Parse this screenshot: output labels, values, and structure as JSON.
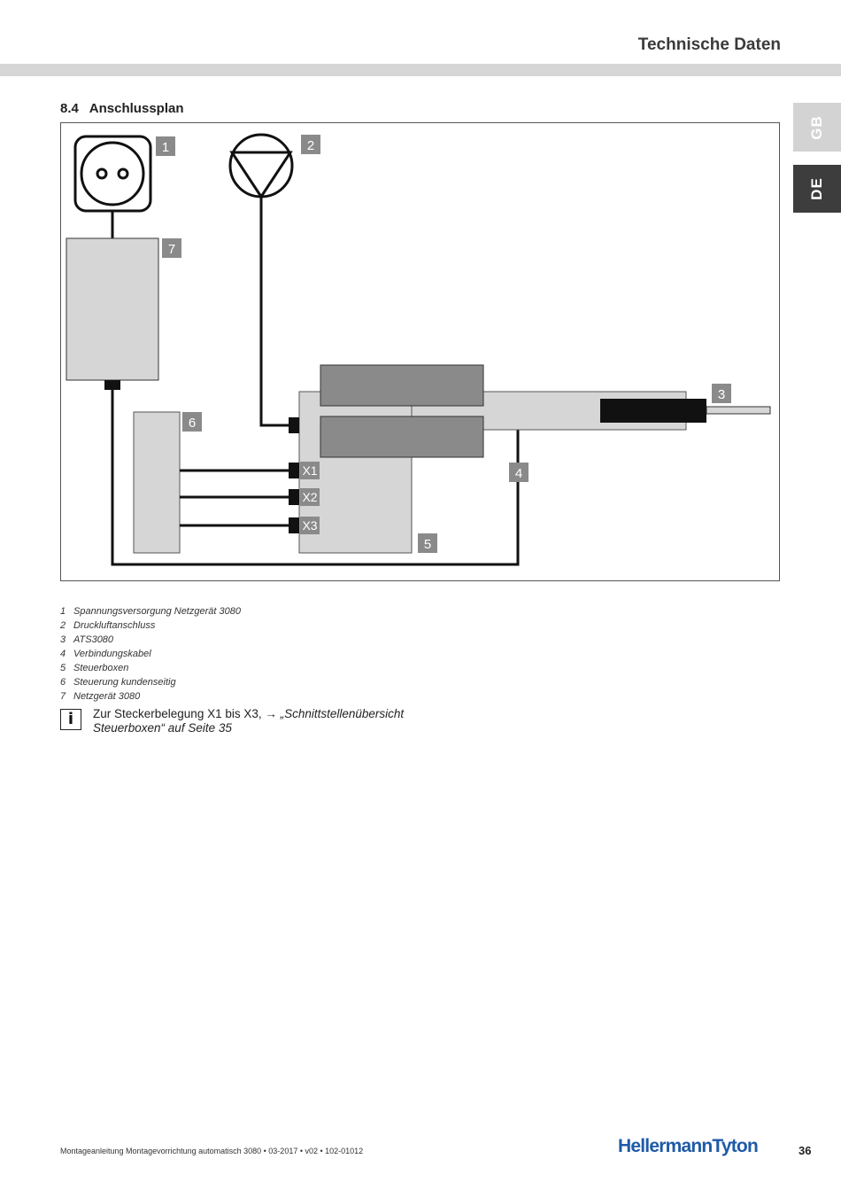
{
  "header": {
    "title": "Technische Daten"
  },
  "lang_tabs": {
    "gb": "GB",
    "de": "DE"
  },
  "section": {
    "title": "8.4   Anschlussplan"
  },
  "diagram": {
    "labels": [
      "1",
      "2",
      "3",
      "4",
      "5",
      "6",
      "7"
    ],
    "ports": [
      "X1",
      "X2",
      "X3"
    ]
  },
  "legend": [
    {
      "num": "1",
      "text": "Spannungsversorgung Netzgerät 3080"
    },
    {
      "num": "2",
      "text": "Druckluftanschluss"
    },
    {
      "num": "3",
      "text": "ATS3080"
    },
    {
      "num": "4",
      "text": "Verbindungskabel"
    },
    {
      "num": "5",
      "text": "Steuerboxen"
    },
    {
      "num": "6",
      "text": "Steuerung kundenseitig"
    },
    {
      "num": "7",
      "text": "Netzgerät 3080"
    }
  ],
  "note": {
    "icon": "info-icon",
    "text": "Zur Steckerbelegung X1 bis X3, ",
    "arrow": "→",
    "link": " „Schnittstellenübersicht Steuerboxen“ auf Seite 35"
  },
  "footer": {
    "text": "Montageanleitung Montagevorrichtung automatisch 3080 • 03-2017 • v02 • 102-01012",
    "logo_a": "Hellermann",
    "logo_b": "Tyton",
    "page": "36"
  }
}
